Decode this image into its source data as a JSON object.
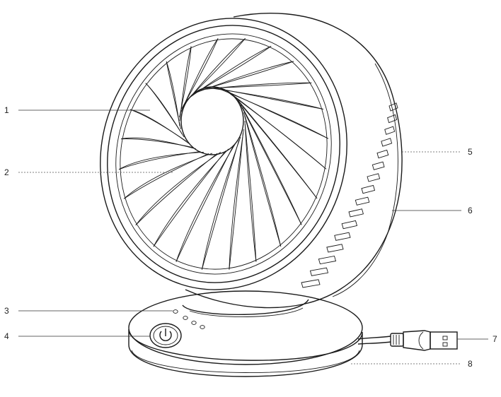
{
  "callouts": [
    {
      "label": "1",
      "side": "left",
      "style": "solid"
    },
    {
      "label": "2",
      "side": "left",
      "style": "dashed"
    },
    {
      "label": "3",
      "side": "left",
      "style": "solid"
    },
    {
      "label": "4",
      "side": "left",
      "style": "solid"
    },
    {
      "label": "5",
      "side": "right",
      "style": "dashed"
    },
    {
      "label": "6",
      "side": "right",
      "style": "solid"
    },
    {
      "label": "7",
      "side": "right",
      "style": "solid"
    },
    {
      "label": "8",
      "side": "right",
      "style": "dashed"
    }
  ],
  "fan": {
    "blade_count": 24,
    "indicator_dots": 4,
    "line_color": "#1a1a1a",
    "power_icon": "power-icon",
    "plug_icon": "usb-plug-icon"
  }
}
